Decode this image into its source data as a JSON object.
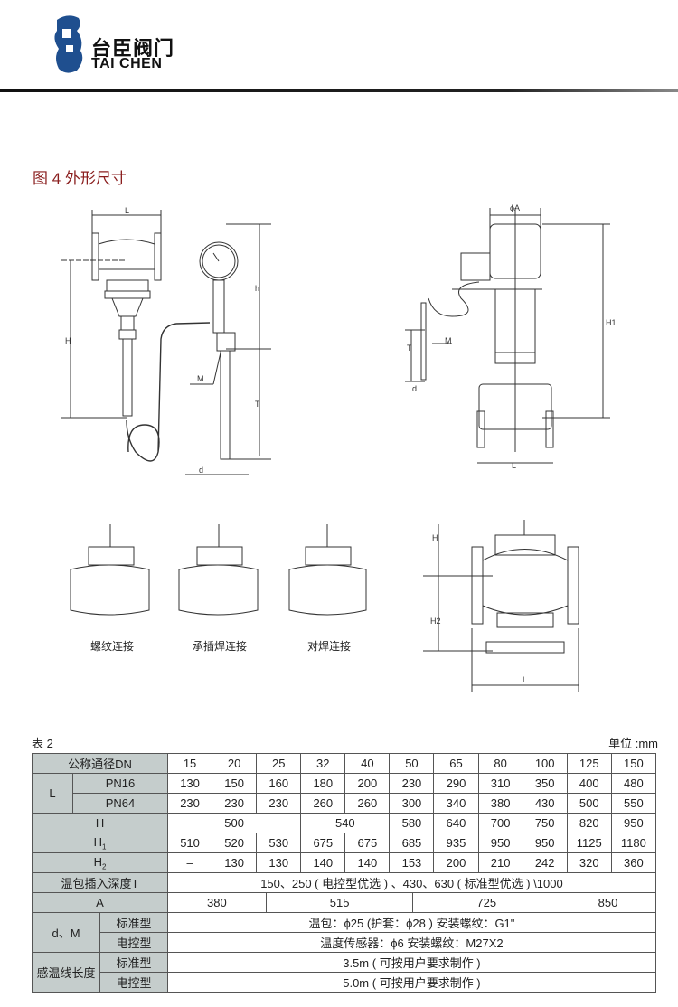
{
  "logo": {
    "cn": "台臣阀门",
    "en": "TAI CHEN"
  },
  "title": "图 4 外形尺寸",
  "drawing_labels": {
    "L": "L",
    "H": "H",
    "h": "h",
    "T": "T",
    "M": "M",
    "d": "d",
    "phiA": "ϕA",
    "H1": "H1",
    "H2": "H2"
  },
  "captions": [
    "螺纹连接",
    "承插焊连接",
    "对焊连接"
  ],
  "table_caption": "表 2",
  "unit": "单位 :mm",
  "table": {
    "dn_label": "公称通径DN",
    "dn": [
      "15",
      "20",
      "25",
      "32",
      "40",
      "50",
      "65",
      "80",
      "100",
      "125",
      "150"
    ],
    "L_label": "L",
    "pn16_label": "PN16",
    "pn16": [
      "130",
      "150",
      "160",
      "180",
      "200",
      "230",
      "290",
      "310",
      "350",
      "400",
      "480"
    ],
    "pn64_label": "PN64",
    "pn64": [
      "230",
      "230",
      "230",
      "260",
      "260",
      "300",
      "340",
      "380",
      "430",
      "500",
      "550"
    ],
    "H_label": "H",
    "H": [
      {
        "v": "500",
        "span": 3
      },
      {
        "v": "540",
        "span": 2
      },
      {
        "v": "580",
        "span": 1
      },
      {
        "v": "640",
        "span": 1
      },
      {
        "v": "700",
        "span": 1
      },
      {
        "v": "750",
        "span": 1
      },
      {
        "v": "820",
        "span": 1
      },
      {
        "v": "950",
        "span": 1
      }
    ],
    "H1_label": "H",
    "H1_sub": "1",
    "H1": [
      "510",
      "520",
      "530",
      "675",
      "675",
      "685",
      "935",
      "950",
      "950",
      "1125",
      "1180"
    ],
    "H2_label": "H",
    "H2_sub": "2",
    "H2": [
      "–",
      "130",
      "130",
      "140",
      "140",
      "153",
      "200",
      "210",
      "242",
      "320",
      "360"
    ],
    "T_label": "温包插入深度T",
    "T": "150、250 ( 电控型优选 ) 、430、630 ( 标准型优选 ) \\1000",
    "A_label": "A",
    "A": [
      "380",
      "515",
      "725",
      "850"
    ],
    "dM_label": "d、M",
    "std_label": "标准型",
    "elec_label": "电控型",
    "dM_std": "温包：ϕ25  (护套：ϕ28 ) 安装螺纹：G1\"",
    "dM_elec": "温度传感器：ϕ6    安装螺纹：M27X2",
    "line_label": "感温线长度",
    "line_std": "3.5m ( 可按用户要求制作 )",
    "line_elec": "5.0m ( 可按用户要求制作 )"
  }
}
